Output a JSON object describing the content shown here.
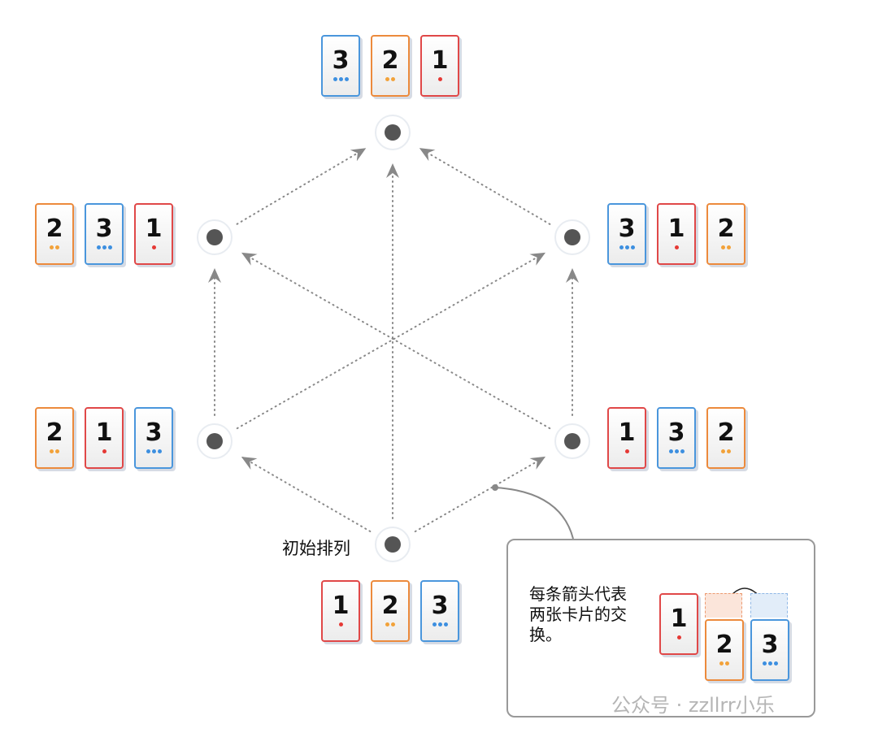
{
  "colors": {
    "1": "#e04848",
    "2": "#ec8a3c",
    "3": "#4a96dc",
    "dot1": "#e53935",
    "dot2": "#f2a23a",
    "dot3": "#3d8fe0"
  },
  "nodes": [
    {
      "id": "top",
      "cards": [
        "3",
        "2",
        "1"
      ]
    },
    {
      "id": "upper-left",
      "cards": [
        "2",
        "3",
        "1"
      ]
    },
    {
      "id": "upper-right",
      "cards": [
        "3",
        "1",
        "2"
      ]
    },
    {
      "id": "lower-left",
      "cards": [
        "2",
        "1",
        "3"
      ]
    },
    {
      "id": "lower-right",
      "cards": [
        "1",
        "3",
        "2"
      ]
    },
    {
      "id": "bottom",
      "cards": [
        "1",
        "2",
        "3"
      ]
    }
  ],
  "edges": [
    [
      "bottom",
      "lower-left"
    ],
    [
      "bottom",
      "lower-right"
    ],
    [
      "bottom",
      "top"
    ],
    [
      "lower-left",
      "upper-left"
    ],
    [
      "lower-left",
      "upper-right"
    ],
    [
      "lower-right",
      "upper-right"
    ],
    [
      "lower-right",
      "upper-left"
    ],
    [
      "upper-left",
      "top"
    ],
    [
      "upper-right",
      "top"
    ]
  ],
  "start_label": "初始排列",
  "legend": {
    "text": "每条箭头代表两张卡片的交换。",
    "cards": [
      "1",
      "2",
      "3"
    ]
  },
  "watermark": "公众号 · zzllrr小乐"
}
